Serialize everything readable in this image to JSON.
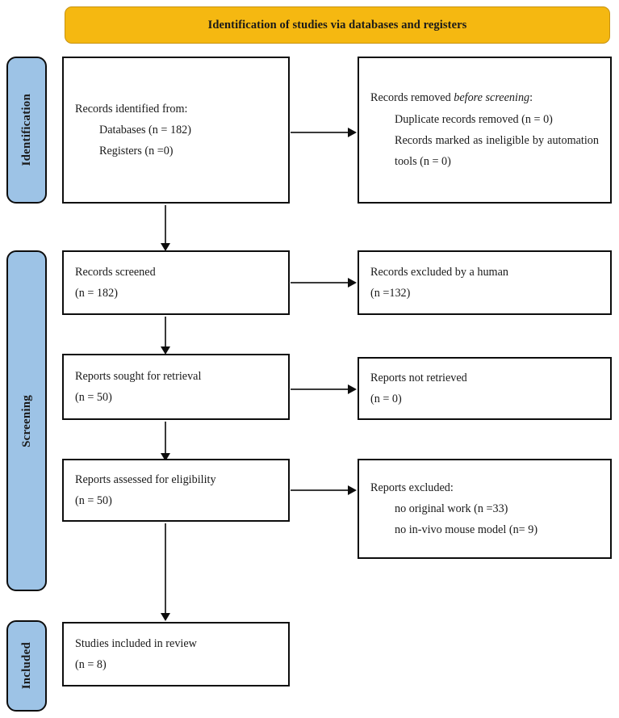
{
  "banner": {
    "title": "Identification of studies via databases and registers",
    "fill_color": "#F5B811",
    "border_color": "#C79210"
  },
  "stages": [
    {
      "id": "identification",
      "label": "Identification",
      "fill_color": "#9DC3E6"
    },
    {
      "id": "screening",
      "label": "Screening",
      "fill_color": "#9DC3E6"
    },
    {
      "id": "included",
      "label": "Included",
      "fill_color": "#9DC3E6"
    }
  ],
  "boxes": {
    "records_identified": {
      "line1": "Records identified from:",
      "line2": "Databases (n = 182)",
      "line3": "Registers (n =0)"
    },
    "records_removed": {
      "line1_a": "Records removed ",
      "line1_b": "before screening",
      "line1_c": ":",
      "line2": "Duplicate records removed (n = 0)",
      "line3": "Records marked as ineligible by automation tools (n = 0)"
    },
    "records_screened": {
      "line1": "Records screened",
      "line2": "(n = 182)"
    },
    "records_excluded": {
      "line1": "Records excluded by a human",
      "line2": "(n =132)"
    },
    "reports_sought": {
      "line1": "Reports sought for retrieval",
      "line2": "(n = 50)"
    },
    "reports_not_retrieved": {
      "line1": "Reports not retrieved",
      "line2": "(n = 0)"
    },
    "reports_assessed": {
      "line1": "Reports assessed for eligibility",
      "line2": "(n = 50)"
    },
    "reports_excluded": {
      "line1": "Reports excluded:",
      "line2": "no original work (n =33)",
      "line3": "no in-vivo mouse model (n= 9)"
    },
    "studies_included": {
      "line1": "Studies included in review",
      "line2": "(n = 8)"
    }
  },
  "chart_data": {
    "type": "diagram",
    "title": "Identification of studies via databases and registers",
    "flow": "PRISMA 2020 study selection flow diagram",
    "nodes": [
      {
        "id": "records_identified",
        "stage": "Identification",
        "column": "left",
        "counts": {
          "databases": 182,
          "registers": 0
        }
      },
      {
        "id": "records_removed",
        "stage": "Identification",
        "column": "right",
        "counts": {
          "duplicates_removed": 0,
          "ineligible_by_automation": 0
        }
      },
      {
        "id": "records_screened",
        "stage": "Screening",
        "column": "left",
        "counts": {
          "n": 182
        }
      },
      {
        "id": "records_excluded",
        "stage": "Screening",
        "column": "right",
        "counts": {
          "n": 132
        }
      },
      {
        "id": "reports_sought",
        "stage": "Screening",
        "column": "left",
        "counts": {
          "n": 50
        }
      },
      {
        "id": "reports_not_retrieved",
        "stage": "Screening",
        "column": "right",
        "counts": {
          "n": 0
        }
      },
      {
        "id": "reports_assessed",
        "stage": "Screening",
        "column": "left",
        "counts": {
          "n": 50
        }
      },
      {
        "id": "reports_excluded",
        "stage": "Screening",
        "column": "right",
        "counts": {
          "no_original_work": 33,
          "no_in_vivo_mouse_model": 9
        }
      },
      {
        "id": "studies_included",
        "stage": "Included",
        "column": "left",
        "counts": {
          "n": 8
        }
      }
    ],
    "edges": [
      {
        "from": "records_identified",
        "to": "records_removed",
        "direction": "right"
      },
      {
        "from": "records_identified",
        "to": "records_screened",
        "direction": "down"
      },
      {
        "from": "records_screened",
        "to": "records_excluded",
        "direction": "right"
      },
      {
        "from": "records_screened",
        "to": "reports_sought",
        "direction": "down"
      },
      {
        "from": "reports_sought",
        "to": "reports_not_retrieved",
        "direction": "right"
      },
      {
        "from": "reports_sought",
        "to": "reports_assessed",
        "direction": "down"
      },
      {
        "from": "reports_assessed",
        "to": "reports_excluded",
        "direction": "right"
      },
      {
        "from": "reports_assessed",
        "to": "studies_included",
        "direction": "down"
      }
    ]
  }
}
